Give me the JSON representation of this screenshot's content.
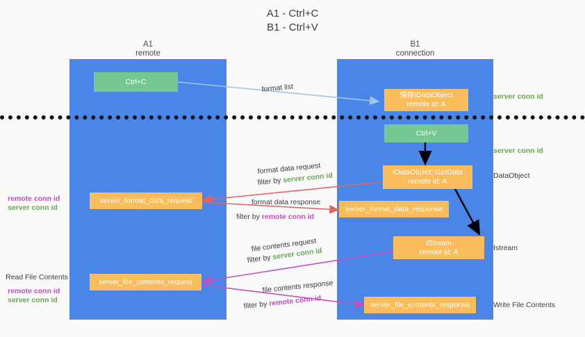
{
  "title": {
    "line1": "A1 - Ctrl+C",
    "line2": "B1 - Ctrl+V"
  },
  "lanes": [
    {
      "name": "A1",
      "sub": "remote",
      "color": "#4a86e8"
    },
    {
      "name": "B1",
      "sub": "connection",
      "color": "#4a86e8"
    }
  ],
  "boxes": {
    "ctrl_c": {
      "line1": "Ctrl+C",
      "color": "#76c893"
    },
    "save_dataobject": {
      "line1": "保存IDataObject",
      "line2": "remote id: A",
      "color": "#fbbd5c"
    },
    "ctrl_v": {
      "line1": "Ctrl+V",
      "color": "#76c893"
    },
    "getdata": {
      "line1": "IDataObject::GetData",
      "line2": "remote id: A",
      "color": "#fbbd5c"
    },
    "istream": {
      "line1": "IStream",
      "line2": "remote id: A",
      "color": "#fbbd5c"
    },
    "fmt_req": {
      "line1": "server_format_data_request",
      "color": "#fbbd5c"
    },
    "fmt_resp": {
      "line1": "server_format_data_response",
      "color": "#fbbd5c"
    },
    "file_req": {
      "line1": "server_file_contents_request",
      "color": "#fbbd5c"
    },
    "file_resp": {
      "line1": "server_file_contents_response",
      "color": "#fbbd5c"
    }
  },
  "edge_labels": {
    "format_list": "format list",
    "fmt_req_title": "format data request",
    "fmt_req_filter_prefix": "filter by ",
    "fmt_req_filter_key": "server conn id",
    "fmt_resp_title": "format data response",
    "fmt_resp_filter_prefix": "filter by ",
    "fmt_resp_filter_key": "remote conn id",
    "file_req_title": "file contents request",
    "file_req_filter_prefix": "filter by ",
    "file_req_filter_key": "server conn id",
    "file_resp_title": "file contents response",
    "file_resp_filter_prefix": "filter by ",
    "file_resp_filter_key": "remote conn id"
  },
  "right_labels": {
    "server_conn_id_top": "server conn id",
    "server_conn_id_mid": "server conn id",
    "dataobject": "DataObject",
    "istream": "Istream",
    "write_file_contents": "Write File Contents"
  },
  "left_labels": {
    "remote_conn_id_1": "remote conn id",
    "server_conn_id_1": "server conn id",
    "read_file_contents": "Read File Contents",
    "remote_conn_id_2": "remote conn id",
    "server_conn_id_2": "server conn id"
  },
  "colors": {
    "lane": "#4a86e8",
    "green_box": "#76c893",
    "orange_box": "#fbbd5c",
    "green_text": "#6aa84f",
    "magenta_text": "#c050c0",
    "arrow_blue": "#9fc5e8",
    "arrow_red": "#e06666",
    "arrow_magenta": "#c050c0",
    "arrow_black": "#000000",
    "background": "#fafafa"
  }
}
